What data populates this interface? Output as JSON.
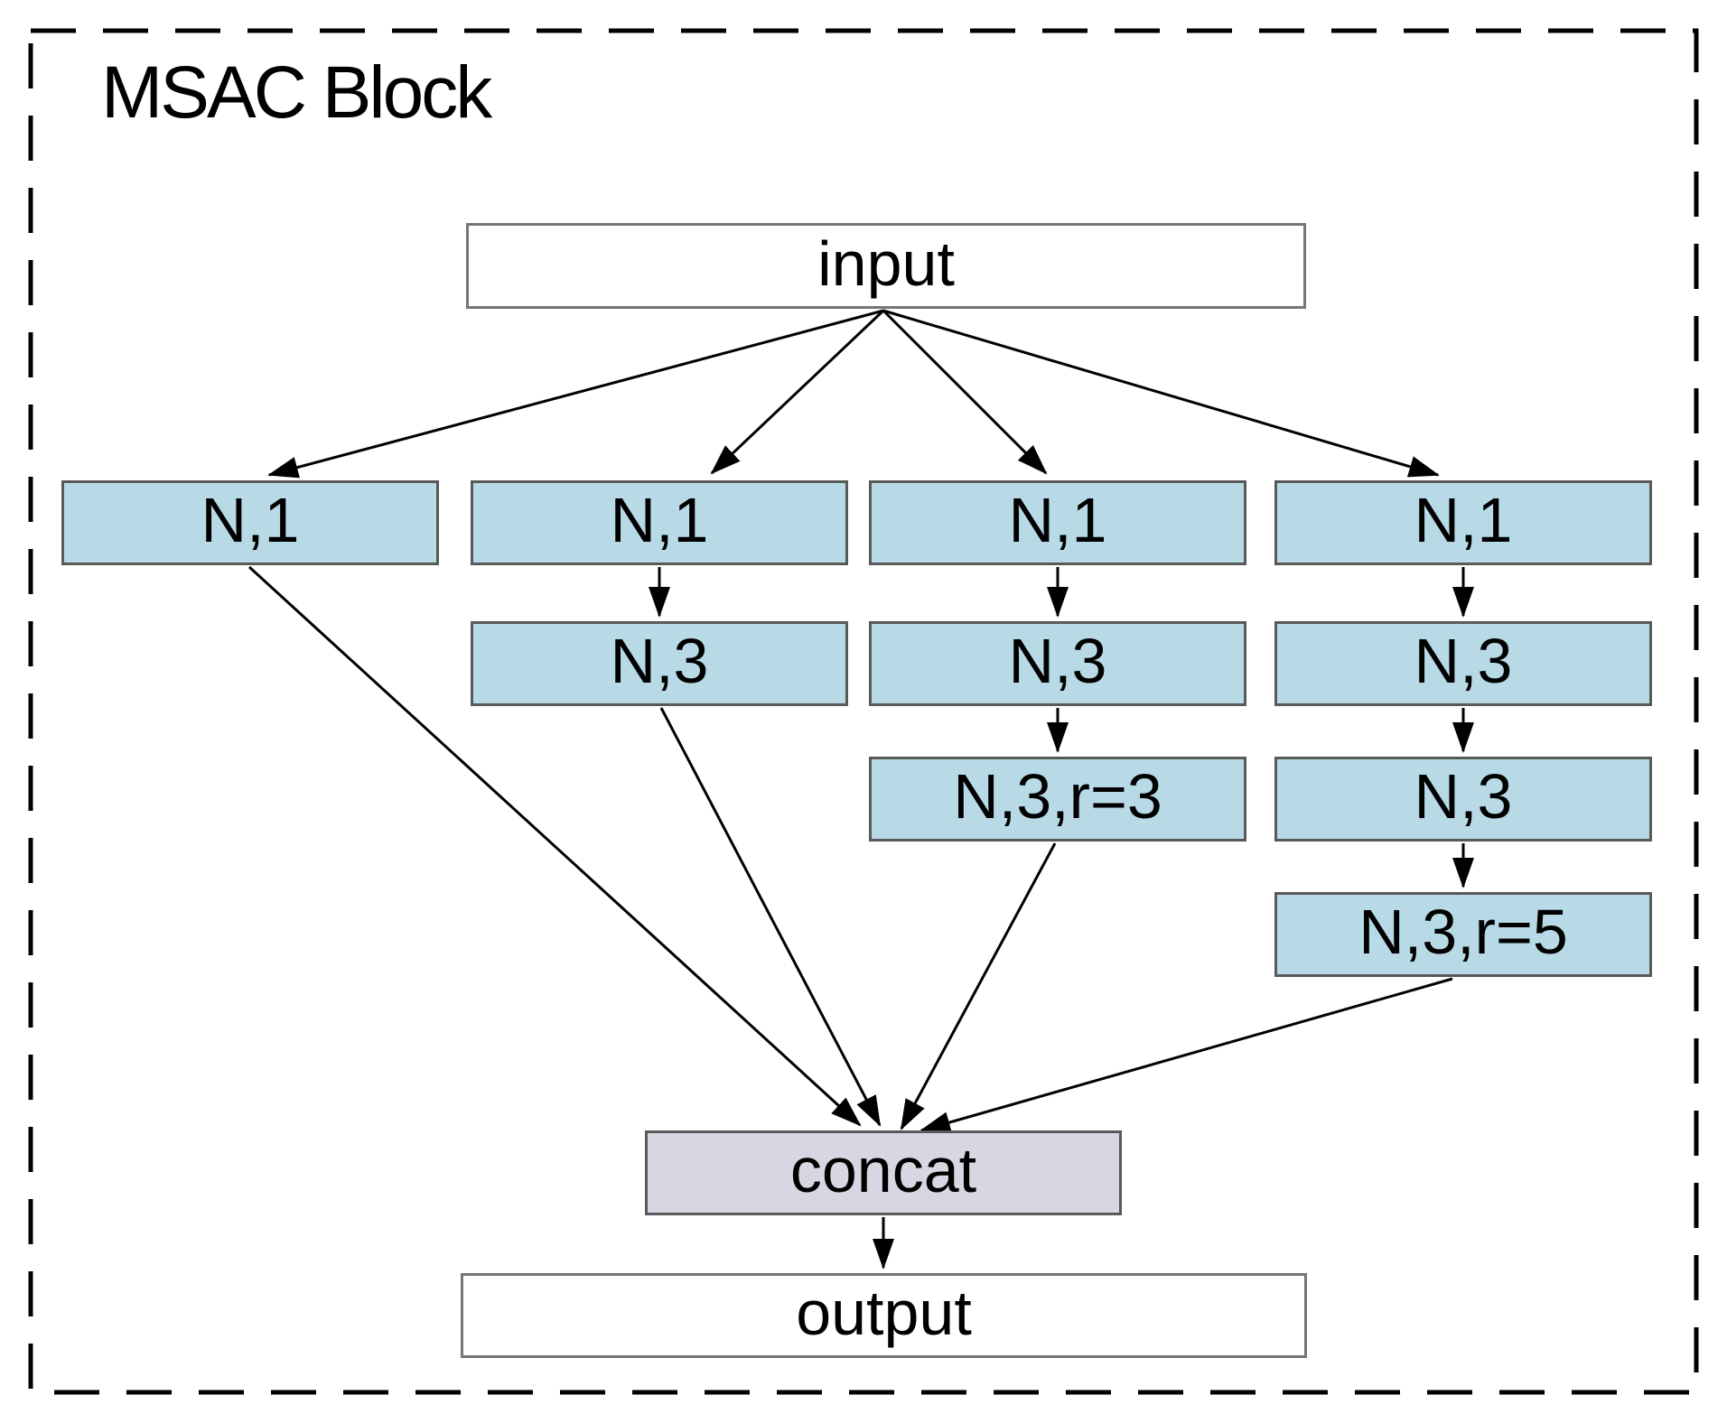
{
  "title": "MSAC Block",
  "nodes": {
    "input": {
      "label": "input"
    },
    "branches": [
      {
        "name": "branch-1",
        "layers": [
          "N,1"
        ]
      },
      {
        "name": "branch-2",
        "layers": [
          "N,1",
          "N,3"
        ]
      },
      {
        "name": "branch-3",
        "layers": [
          "N,1",
          "N,3",
          "N,3,r=3"
        ]
      },
      {
        "name": "branch-4",
        "layers": [
          "N,1",
          "N,3",
          "N,3",
          "N,3,r=5"
        ]
      }
    ],
    "concat": {
      "label": "concat"
    },
    "output": {
      "label": "output"
    }
  },
  "edges": [
    {
      "from": "input",
      "to": "branch1.conv1"
    },
    {
      "from": "input",
      "to": "branch2.conv1"
    },
    {
      "from": "input",
      "to": "branch3.conv1"
    },
    {
      "from": "input",
      "to": "branch4.conv1"
    },
    {
      "from": "branch2.conv1",
      "to": "branch2.conv2"
    },
    {
      "from": "branch3.conv1",
      "to": "branch3.conv2"
    },
    {
      "from": "branch3.conv2",
      "to": "branch3.conv3"
    },
    {
      "from": "branch4.conv1",
      "to": "branch4.conv2"
    },
    {
      "from": "branch4.conv2",
      "to": "branch4.conv3"
    },
    {
      "from": "branch4.conv3",
      "to": "branch4.conv4"
    },
    {
      "from": "branch1.conv1",
      "to": "concat"
    },
    {
      "from": "branch2.conv2",
      "to": "concat"
    },
    {
      "from": "branch3.conv3",
      "to": "concat"
    },
    {
      "from": "branch4.conv4",
      "to": "concat"
    },
    {
      "from": "concat",
      "to": "output"
    }
  ],
  "colors": {
    "background": "#ffffff",
    "frame_border": "#000000",
    "branch_box_fill": "#b8dae6",
    "concat_box_fill": "#d9d5e2",
    "io_box_fill": "#ffffff",
    "box_border": "#595959",
    "io_box_border": "#767676",
    "arrow": "#000000",
    "text": "#000000"
  }
}
